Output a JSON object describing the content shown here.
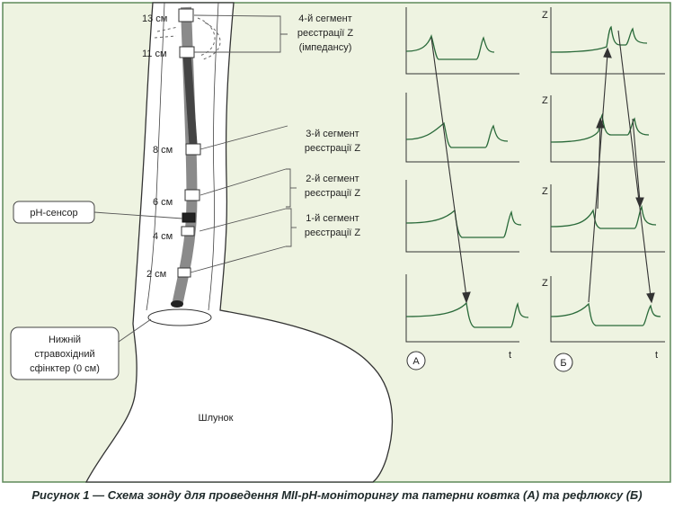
{
  "probe": {
    "markers": [
      "13 см",
      "11 см",
      "8 см",
      "6 см",
      "4 см",
      "2 см"
    ],
    "segments": [
      [
        "4-й сегмент",
        "реєстрації Z",
        "(імпедансу)"
      ],
      [
        "3-й сегмент",
        "реєстрації Z"
      ],
      [
        "2-й сегмент",
        "реєстрації Z"
      ],
      [
        "1-й сегмент",
        "реєстрації Z"
      ]
    ],
    "ph_sensor": "рН-сенсор",
    "sphincter": [
      "Нижній",
      "стравохідний",
      "сфінктер (0 см)"
    ],
    "stomach": "Шлунок"
  },
  "panel_a": {
    "label": "А",
    "x_axis": "t"
  },
  "panel_b": {
    "label": "Б",
    "y_axis": "Z",
    "x_axis": "t"
  },
  "caption": "Рисунок 1 — Схема зонду для проведення МІІ-рН-моніторингу та патерни ковтка (А) та рефлюксу (Б)",
  "colors": {
    "background": "#eef3e1",
    "frame": "#5f8a5a",
    "curve": "#2a6a3a",
    "arrow": "#333333"
  }
}
